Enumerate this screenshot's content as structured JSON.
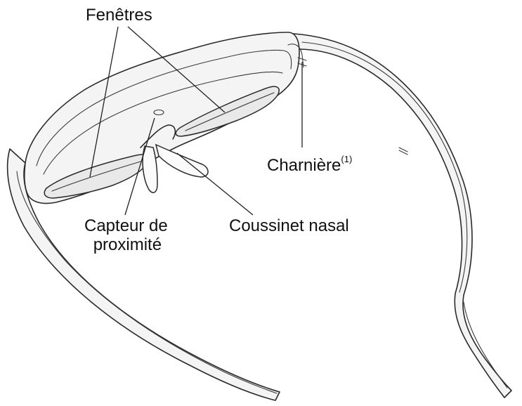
{
  "labels": {
    "windows": "Fenêtres",
    "hinge": "Charnière",
    "hinge_note": "(1)",
    "proximity_sensor_line1": "Capteur de",
    "proximity_sensor_line2": "proximité",
    "nose_pad": "Coussinet nasal"
  }
}
